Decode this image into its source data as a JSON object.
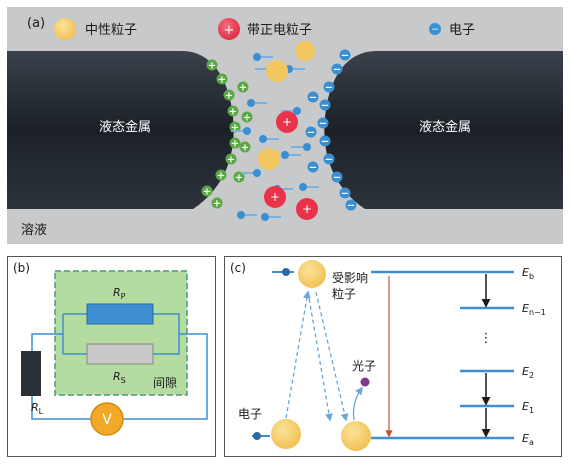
{
  "panel_a": {
    "label": "(a)",
    "legend": {
      "neutral": "中性粒子",
      "positive": "带正电粒子",
      "electron": "电子"
    },
    "metal_left": "液态金属",
    "metal_right": "液态金属",
    "solution": "溶液",
    "plus": "+",
    "minus": "−"
  },
  "panel_b": {
    "label": "(b)",
    "rp_main": "R",
    "rp_sub": "P",
    "rs_main": "R",
    "rs_sub": "S",
    "rl_main": "R",
    "rl_sub": "L",
    "gap": "间隙",
    "meter": "V"
  },
  "panel_c": {
    "label": "(c)",
    "affected_line1": "受影响",
    "affected_line2": "粒子",
    "photon": "光子",
    "electron": "电子",
    "levels": [
      {
        "main": "E",
        "sub": "b"
      },
      {
        "main": "E",
        "sub": "n−1"
      },
      {
        "main": "E",
        "sub": "2"
      },
      {
        "main": "E",
        "sub": "1"
      },
      {
        "main": "E",
        "sub": "a"
      }
    ],
    "dots": "⋮"
  },
  "colors": {
    "frame_bg": "#c8c9cb",
    "metal": "#2a2f36",
    "neutral": "#f2c760",
    "positive": "#e8334a",
    "electron": "#3a8fd0",
    "plus_green": "#5aa845",
    "green_box": "#b5dca0",
    "rp_blue": "#3d8fd1",
    "rs_grey": "#c9c9c9",
    "wire": "#3d8fd1",
    "meter": "#f3a928",
    "level": "#3d8fd1",
    "photon": "#7b3a8c",
    "red_arrow": "#c2532f"
  }
}
